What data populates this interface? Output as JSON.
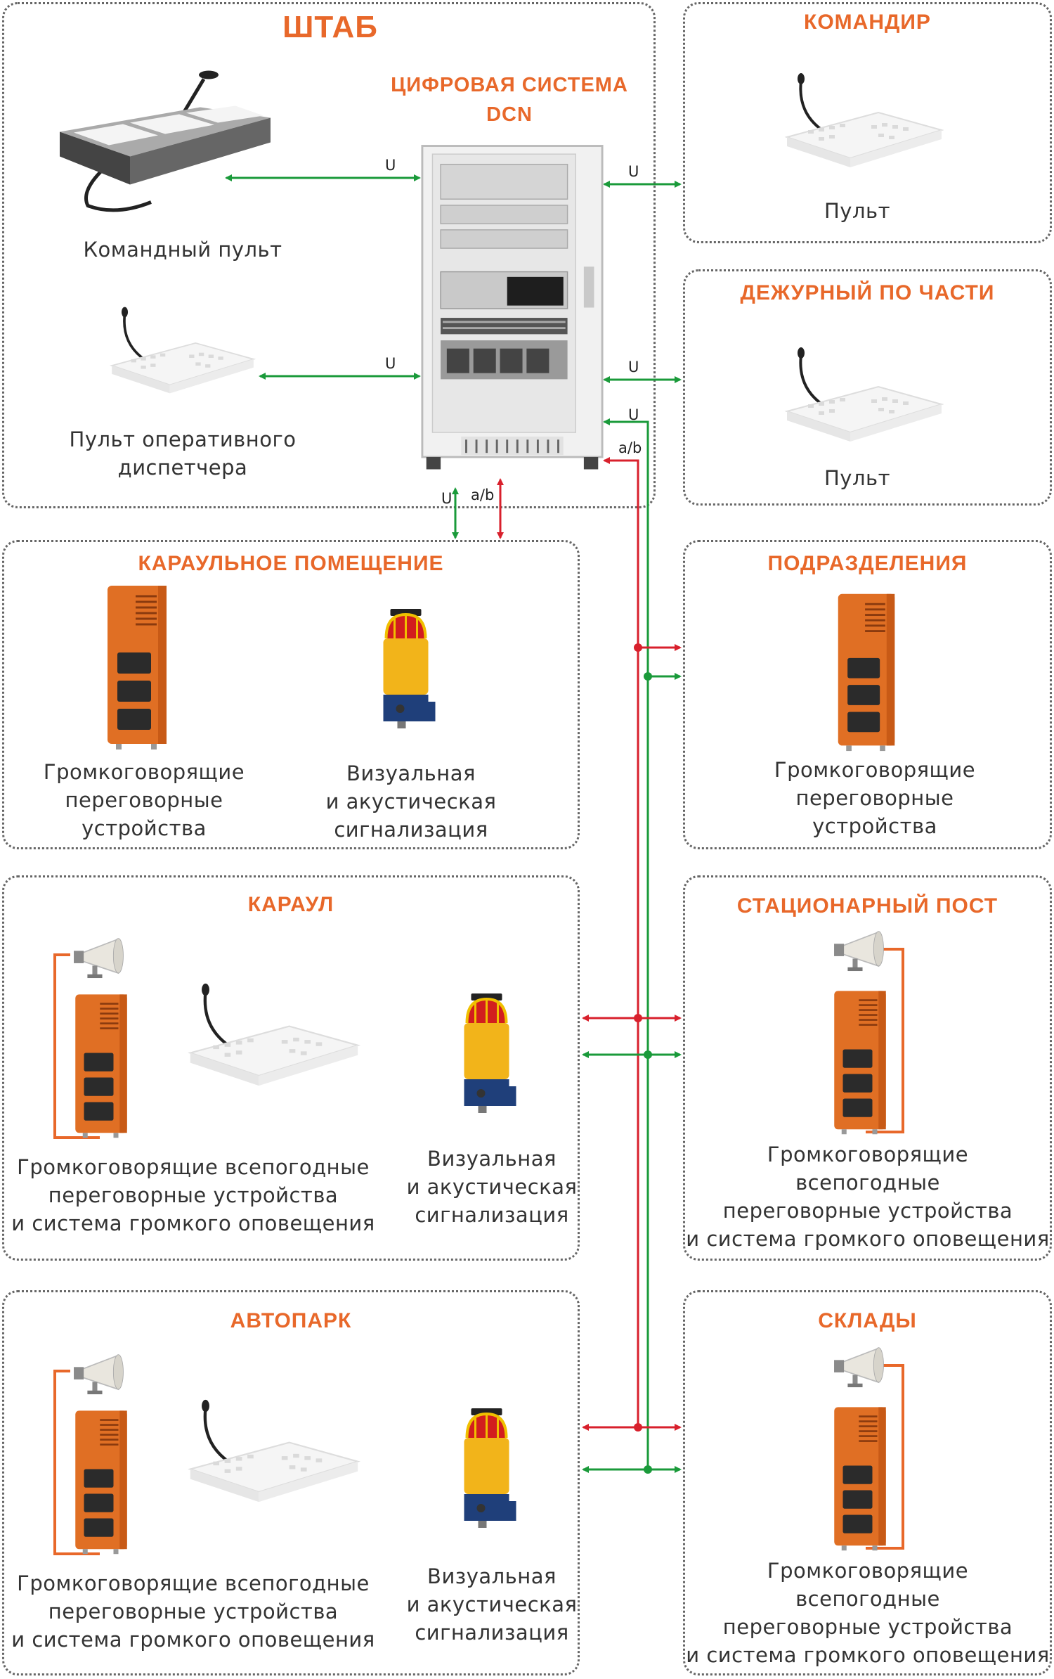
{
  "colors": {
    "accent": "#e8682a",
    "green": "#1a9a3a",
    "red": "#d8202c",
    "border": "#666666"
  },
  "hq": {
    "title": "ШТАБ",
    "system_title": [
      "ЦИФРОВАЯ СИСТЕМА",
      "DCN"
    ],
    "command_console": "Командный пульт",
    "operator_console": [
      "Пульт оперативного",
      "диспетчера"
    ]
  },
  "link_labels": {
    "u": "U",
    "ab": "a/b"
  },
  "commander": {
    "title": "КОМАНДИР",
    "caption": "Пульт"
  },
  "duty_officer": {
    "title": "ДЕЖУРНЫЙ ПО ЧАСТИ",
    "caption": "Пульт"
  },
  "guard_room": {
    "title": "КАРАУЛЬНОЕ ПОМЕЩЕНИЕ",
    "intercom_caption": [
      "Громкоговорящие",
      "переговорные",
      "устройства"
    ],
    "beacon_caption": [
      "Визуальная",
      "и акустическая",
      "сигнализация"
    ]
  },
  "units": {
    "title": "ПОДРАЗДЕЛЕНИЯ",
    "caption": [
      "Громкоговорящие",
      "переговорные",
      "устройства"
    ]
  },
  "guard": {
    "title": "КАРАУЛ",
    "intercom_caption": [
      "Громкоговорящие всепогодные",
      "переговорные устройства",
      "и система громкого оповещения"
    ],
    "beacon_caption": [
      "Визуальная",
      "и акустическая",
      "сигнализация"
    ]
  },
  "fixed_post": {
    "title": "СТАЦИОНАРНЫЙ ПОСТ",
    "caption": [
      "Громкоговорящие",
      "всепогодные",
      "переговорные устройства",
      "и система громкого оповещения"
    ]
  },
  "motor_pool": {
    "title": "АВТОПАРК",
    "intercom_caption": [
      "Громкоговорящие всепогодные",
      "переговорные устройства",
      "и система громкого оповещения"
    ],
    "beacon_caption": [
      "Визуальная",
      "и акустическая",
      "сигнализация"
    ]
  },
  "warehouses": {
    "title": "СКЛАДЫ",
    "caption": [
      "Громкоговорящие",
      "всепогодные",
      "переговорные устройства",
      "и система громкого оповещения"
    ]
  }
}
